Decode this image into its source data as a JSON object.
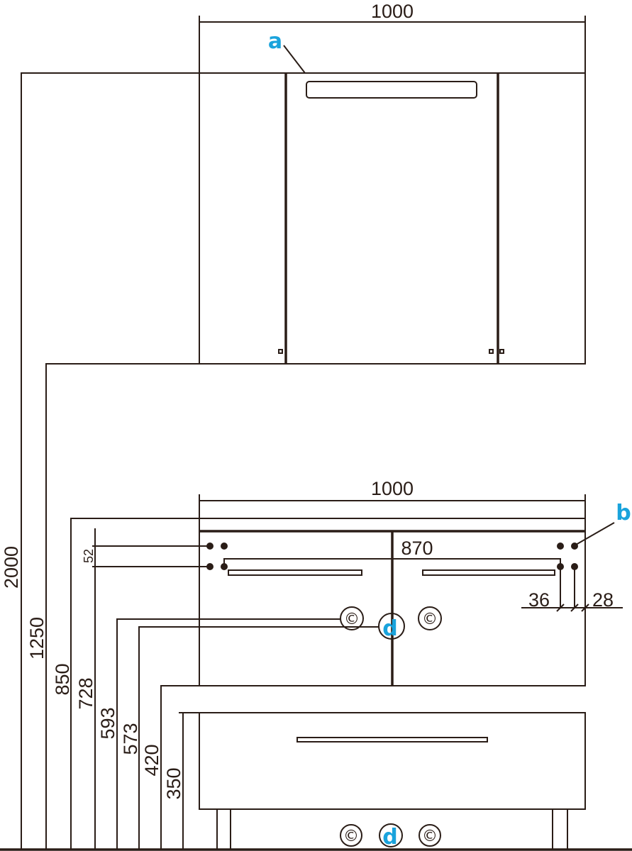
{
  "drawing": {
    "top_width": "1000",
    "bottom_width": "1000",
    "heights": {
      "total": "2000",
      "mirror_bottom": "1250",
      "countertop": "850",
      "top_holes": "728",
      "hole_spacing": "52",
      "outlet_a": "593",
      "outlet_b": "573",
      "cabinet_bottom": "420",
      "drawer_top": "350"
    },
    "hole_distance": "870",
    "offset_left": "36",
    "offset_right": "28"
  },
  "markers": {
    "a": "a",
    "b": "b",
    "d_top": "d",
    "d_bottom": "d"
  },
  "symbols": {
    "c": "©"
  },
  "colors": {
    "line": "#2a1d17",
    "marker": "#1aa3dc"
  }
}
